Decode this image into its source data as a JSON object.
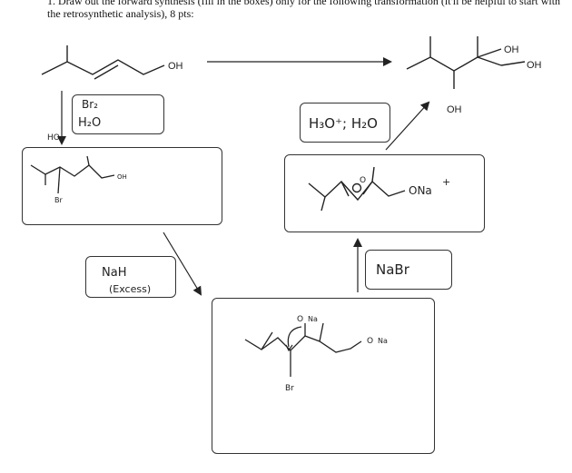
{
  "instructions": {
    "line1": "1.  Draw out the forward synthesis (fill in the boxes) only for the following transformation (it'll be helpful to start with",
    "line2": "the retrosynthetic analysis), 8 pts:"
  },
  "molecules": {
    "start_oh": "OH",
    "product_oh_top": "OH",
    "product_oh_right": "OH",
    "product_oh_bottom": "OH",
    "bromohydrin_ho": "HO",
    "bromohydrin_oh": "OH",
    "bromohydrin_br": "Br",
    "epoxide_o": "O",
    "epoxide_ona": "ONa",
    "epoxide_ona_charge": "+",
    "alkoxide_o_left": "O",
    "alkoxide_na_left": "Na",
    "alkoxide_o_right": "O",
    "alkoxide_na_right": "Na",
    "alkoxide_br": "Br"
  },
  "reagents": {
    "step1": [
      "Br₂",
      "H₂O"
    ],
    "step2": [
      "NaH",
      "(Excess)"
    ],
    "step3": "NaBr",
    "step4": "H₃O⁺; H₂O"
  },
  "colors": {
    "ink": "#222222",
    "box_border": "#333333"
  }
}
